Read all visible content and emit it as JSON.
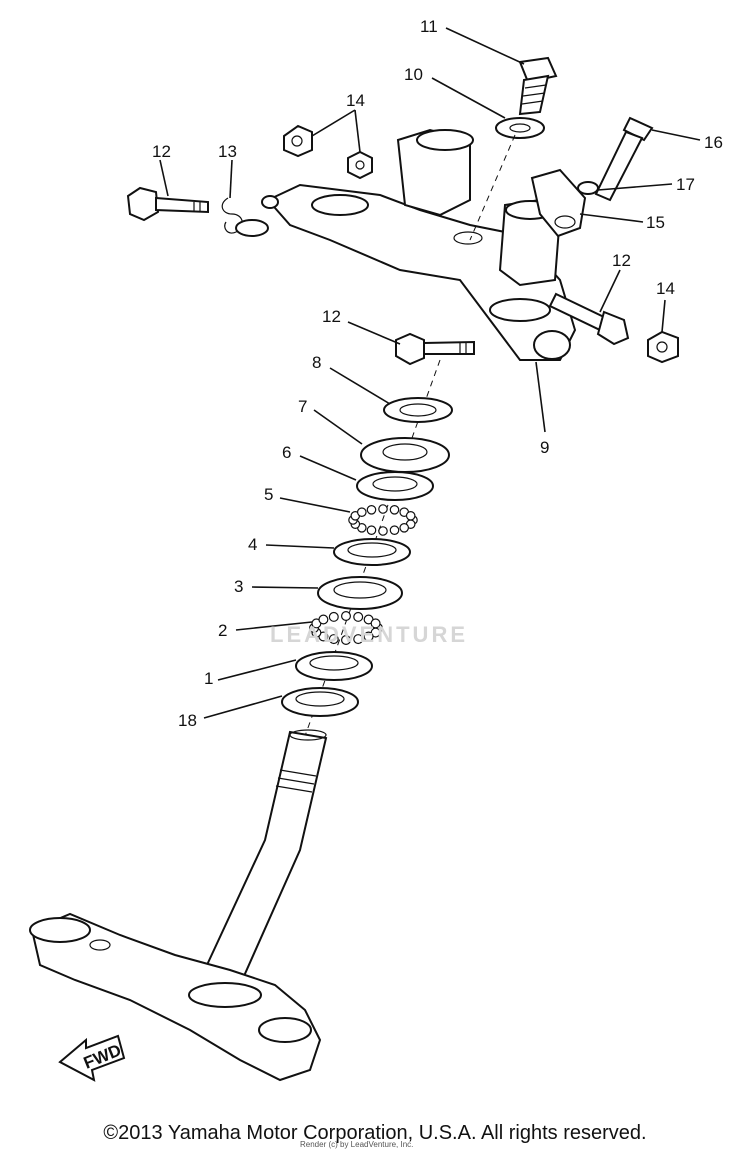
{
  "callouts": {
    "c1": "1",
    "c2": "2",
    "c3": "3",
    "c4": "4",
    "c5": "5",
    "c6": "6",
    "c7": "7",
    "c8": "8",
    "c9": "9",
    "c10": "10",
    "c11": "11",
    "c12a": "12",
    "c12b": "12",
    "c12c": "12",
    "c13": "13",
    "c14a": "14",
    "c14b": "14",
    "c15": "15",
    "c16": "16",
    "c17": "17",
    "c18": "18"
  },
  "fwd_label": "FWD",
  "watermark": "LEADVENTURE",
  "copyright": "©2013 Yamaha Motor Corporation, U.S.A. All rights reserved.",
  "subcredit": "Render (c) by LeadVenture, Inc."
}
